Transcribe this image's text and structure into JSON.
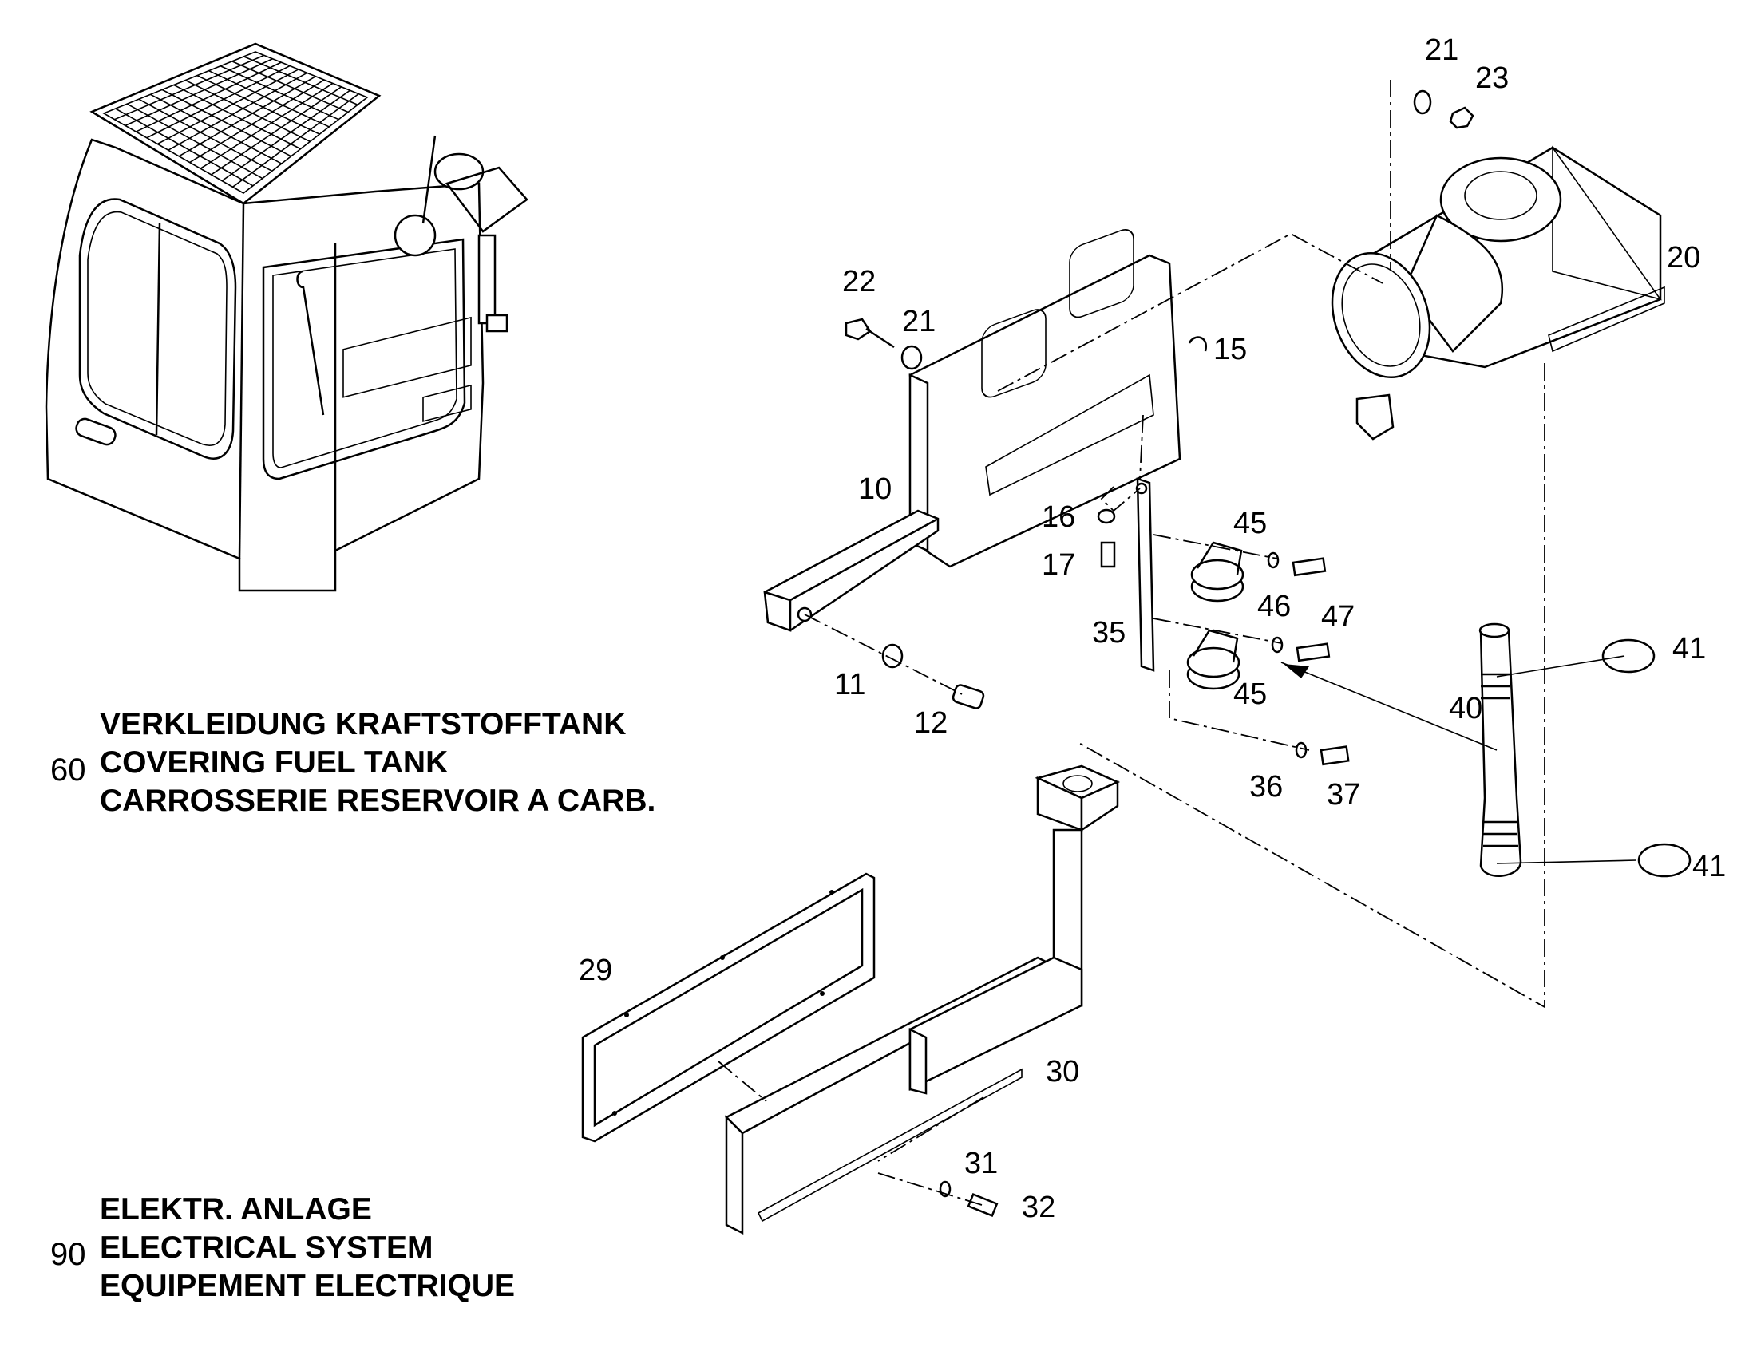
{
  "part_labels": {
    "p21a": "21",
    "p23": "23",
    "p20": "20",
    "p22": "22",
    "p21b": "21",
    "p15": "15",
    "p10": "10",
    "p16": "16",
    "p17": "17",
    "p45a": "45",
    "p46": "46",
    "p47": "47",
    "p35": "35",
    "p45b": "45",
    "p41a": "41",
    "p40": "40",
    "p11": "11",
    "p12": "12",
    "p36": "36",
    "p37": "37",
    "p41b": "41",
    "p29": "29",
    "p30": "30",
    "p31": "31",
    "p32": "32"
  },
  "sections": [
    {
      "code": "60",
      "lines": [
        "VERKLEIDUNG KRAFTSTOFFTANK",
        "COVERING FUEL TANK",
        "CARROSSERIE RESERVOIR A CARB."
      ]
    },
    {
      "code": "90",
      "lines": [
        "ELEKTR. ANLAGE",
        "ELECTRICAL SYSTEM",
        "EQUIPEMENT ELECTRIQUE"
      ]
    }
  ]
}
